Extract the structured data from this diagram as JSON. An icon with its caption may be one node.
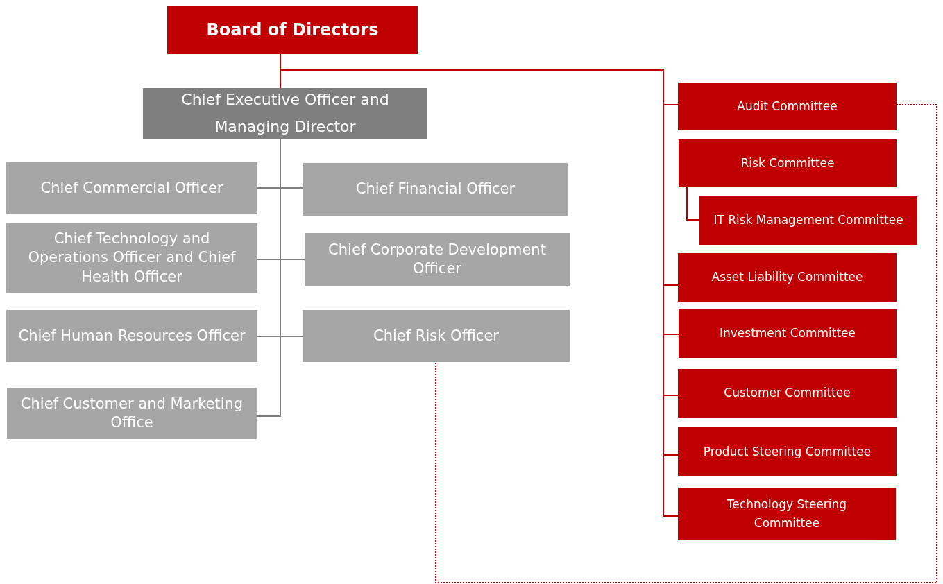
{
  "diagram": {
    "nodes": [
      {
        "text": [
          "Board of Directors"
        ]
      },
      {
        "text": [
          "Chief Executive Officer and Managing Director"
        ]
      },
      {
        "text": [
          "Chief Commercial Officer"
        ]
      },
      {
        "text": [
          "Chief Financial Officer"
        ]
      },
      {
        "text": [
          "Chief Technology and Operations Officer and Chief Health Officer"
        ]
      },
      {
        "text": [
          "Chief Corporate Development Officer"
        ]
      },
      {
        "text": [
          "Chief Human Resources Officer"
        ]
      },
      {
        "text": [
          "Chief Risk Officer"
        ]
      },
      {
        "text": [
          "Chief Customer and Marketing Office"
        ]
      },
      {
        "text": [
          "Audit Committee"
        ]
      },
      {
        "text": [
          "Risk Committee"
        ]
      },
      {
        "text": [
          "IT Risk Management Committee"
        ]
      },
      {
        "text": [
          "Asset Liability Committee"
        ]
      },
      {
        "text": [
          "Investment Committee"
        ]
      },
      {
        "text": [
          "Customer Committee"
        ]
      },
      {
        "text": [
          "Product Steering Committee"
        ]
      },
      {
        "text": [
          "Technology Steering Committee"
        ]
      }
    ],
    "edges": [
      {
        "from": 0,
        "to": 1,
        "arrow": "none"
      },
      {
        "from": 1,
        "to": 2,
        "arrow": "none",
        "color": "#7f7f7f"
      },
      {
        "from": 1,
        "to": 3,
        "arrow": "none",
        "color": "#7f7f7f"
      },
      {
        "from": 1,
        "to": 4,
        "arrow": "none",
        "color": "#7f7f7f"
      },
      {
        "from": 1,
        "to": 5,
        "arrow": "none",
        "color": "#7f7f7f"
      },
      {
        "from": 1,
        "to": 6,
        "arrow": "none",
        "color": "#7f7f7f"
      },
      {
        "from": 1,
        "to": 7,
        "arrow": "none",
        "color": "#7f7f7f"
      },
      {
        "from": 1,
        "to": 8,
        "arrow": "none",
        "color": "#7f7f7f"
      },
      {
        "from": 0,
        "to": 9,
        "arrow": "none"
      },
      {
        "from": 0,
        "to": 12,
        "arrow": "none"
      },
      {
        "from": 0,
        "to": 13,
        "arrow": "none"
      },
      {
        "from": 0,
        "to": 14,
        "arrow": "none"
      },
      {
        "from": 0,
        "to": 15,
        "arrow": "none"
      },
      {
        "from": 0,
        "to": 16,
        "arrow": "none"
      },
      {
        "from": 10,
        "to": 11,
        "arrow": "none"
      },
      {
        "from": 9,
        "to": 7,
        "arrow": "none",
        "style": "dashed"
      }
    ]
  }
}
